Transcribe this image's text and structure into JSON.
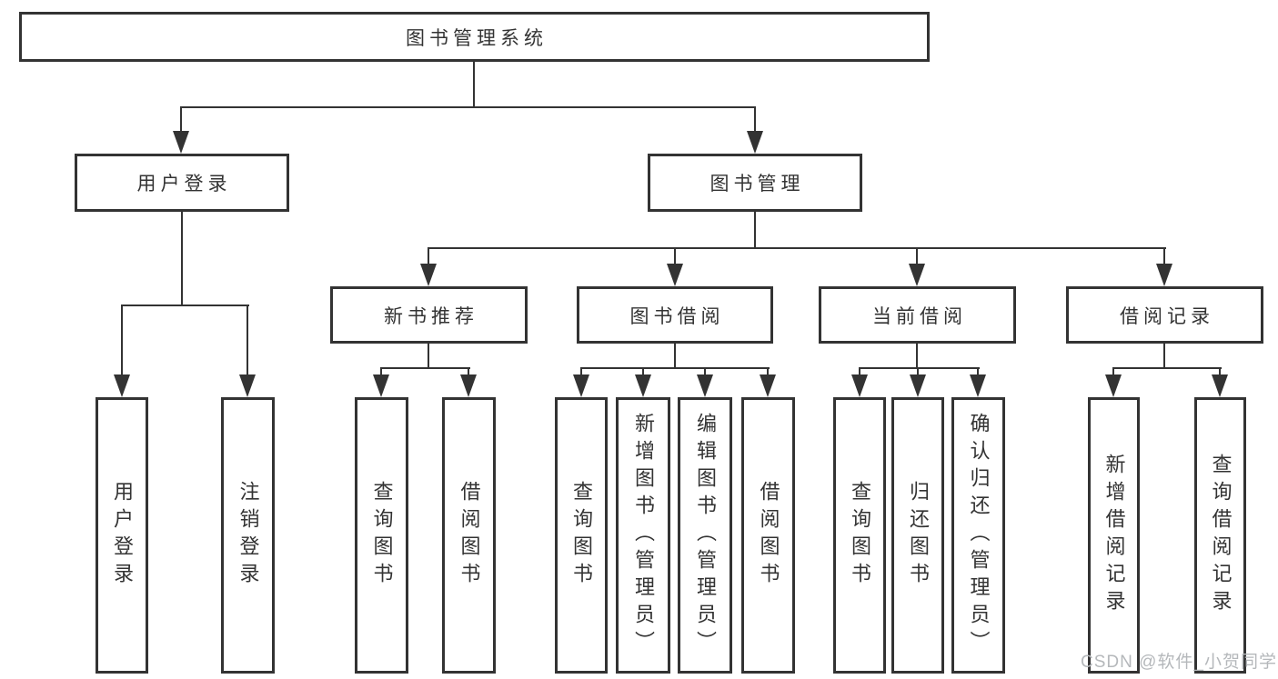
{
  "colors": {
    "line": "#333333",
    "text": "#333333",
    "box-border": "#333333",
    "background": "#ffffff",
    "watermark": "#b5b8bb"
  },
  "root": {
    "label": "图书管理系统"
  },
  "level1": [
    {
      "label": "用户登录"
    },
    {
      "label": "图书管理"
    }
  ],
  "level2": [
    {
      "label": "新书推荐"
    },
    {
      "label": "图书借阅"
    },
    {
      "label": "当前借阅"
    },
    {
      "label": "借阅记录"
    }
  ],
  "leaves": {
    "user_login": [
      "用户登录",
      "注销登录"
    ],
    "new_book_rec": [
      "查询图书",
      "借阅图书"
    ],
    "book_borrow": [
      "查询图书",
      "新增图书（管理员）",
      "编辑图书（管理员）",
      "借阅图书"
    ],
    "current_borrow": [
      "查询图书",
      "归还图书",
      "确认归还（管理员）"
    ],
    "borrow_records": [
      "新增借阅记录",
      "查询借阅记录"
    ]
  },
  "watermark": "CSDN @软件_小贺同学"
}
